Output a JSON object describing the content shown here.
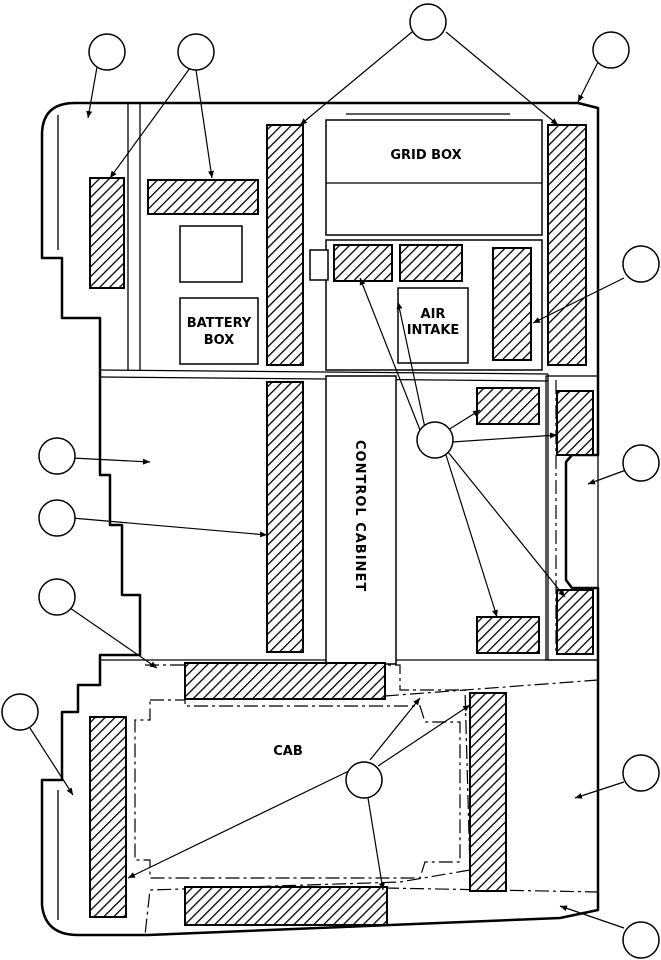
{
  "labels": {
    "grid_box": "GRID BOX",
    "battery_box_line1": "BATTERY",
    "battery_box_line2": "BOX",
    "air_intake_line1": "AIR",
    "air_intake_line2": "INTAKE",
    "control_cabinet": "CONTROL CABINET",
    "cab": "CAB"
  },
  "callouts": {
    "count": 14,
    "numbers": []
  }
}
